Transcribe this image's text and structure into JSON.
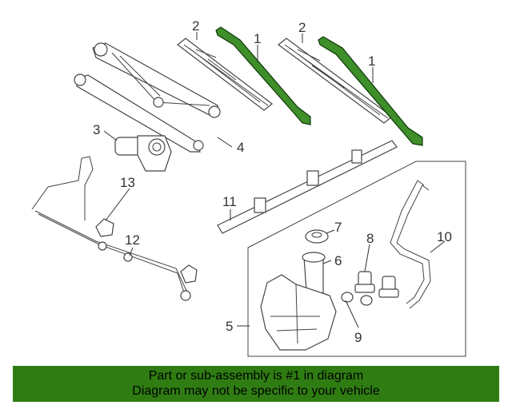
{
  "callouts": {
    "c1a": "1",
    "c1b": "1",
    "c2a": "2",
    "c2b": "2",
    "c3": "3",
    "c4": "4",
    "c5": "5",
    "c6": "6",
    "c7": "7",
    "c8": "8",
    "c9": "9",
    "c10": "10",
    "c11": "11",
    "c12": "12",
    "c13": "13"
  },
  "banner": {
    "line1": "Part or sub-assembly is #1 in diagram",
    "line2": "Diagram may not be specific to your vehicle"
  },
  "colors": {
    "highlight": "#3e8e2a",
    "banner": "#2f7d12"
  }
}
